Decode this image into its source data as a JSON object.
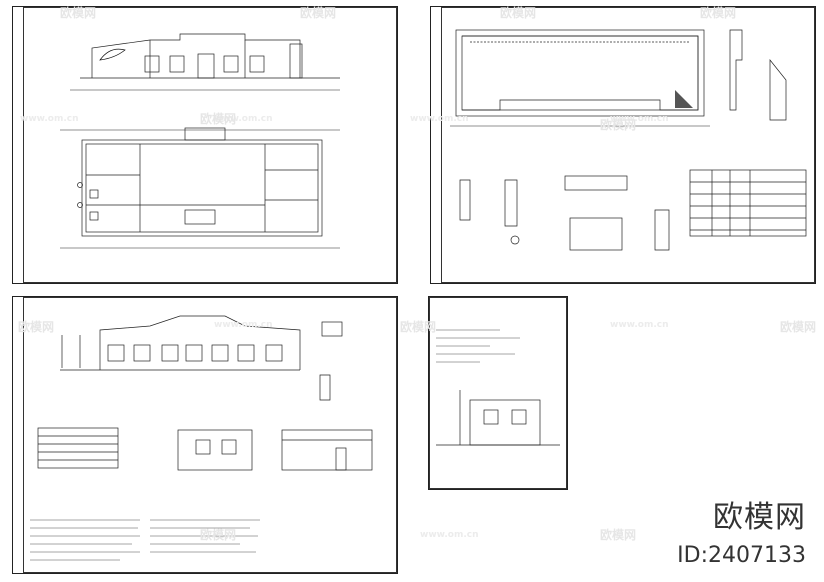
{
  "sheets": [
    {
      "name": "sheet-top-left"
    },
    {
      "name": "sheet-top-right"
    },
    {
      "name": "sheet-bottom-left"
    },
    {
      "name": "sheet-bottom-right"
    }
  ],
  "watermark": {
    "logo_text": "欧模网",
    "url_text": "www.om.cn"
  },
  "brand": {
    "name": "欧模网",
    "id_label": "ID:2407133"
  }
}
